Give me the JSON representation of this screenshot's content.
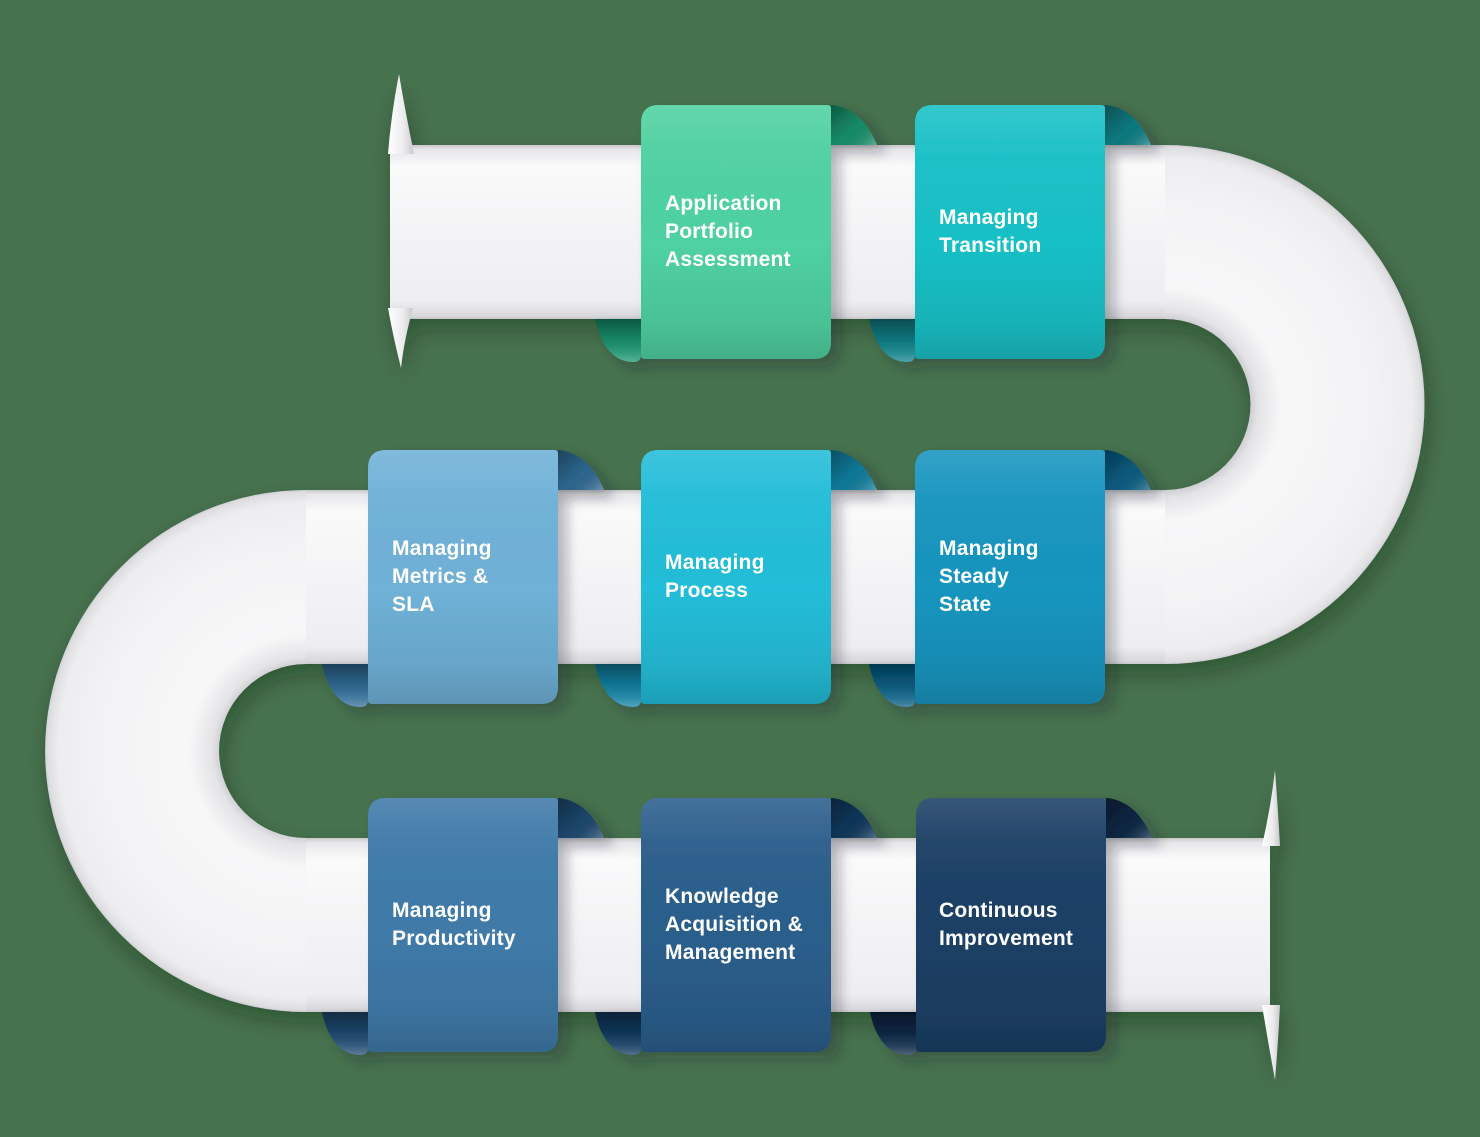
{
  "background_color": "#47724E",
  "ribbon": {
    "band_color": "#F3F3F5",
    "shape": "s-curve"
  },
  "steps": [
    {
      "label": "Application\nPortfolio\nAssessment",
      "color": "#4FD1A1",
      "fold_color": "#17926C"
    },
    {
      "label": "Managing\nTransition",
      "color": "#19C0C6",
      "fold_color": "#0B7F86"
    },
    {
      "label": "Managing\nMetrics &\nSLA",
      "color": "#6FB1D7",
      "fold_color": "#2F6B95"
    },
    {
      "label": "Managing\nProcess",
      "color": "#23BDD8",
      "fold_color": "#0F7FA0"
    },
    {
      "label": "Managing\nSteady\nState",
      "color": "#1895BF",
      "fold_color": "#085E84"
    },
    {
      "label": "Managing\nProductivity",
      "color": "#3F7AA9",
      "fold_color": "#1D4970"
    },
    {
      "label": "Knowledge\nAcquisition &\nManagement",
      "color": "#2B5E8C",
      "fold_color": "#10395E"
    },
    {
      "label": "Continuous\nImprovement",
      "color": "#1C4065",
      "fold_color": "#0A2746"
    }
  ]
}
